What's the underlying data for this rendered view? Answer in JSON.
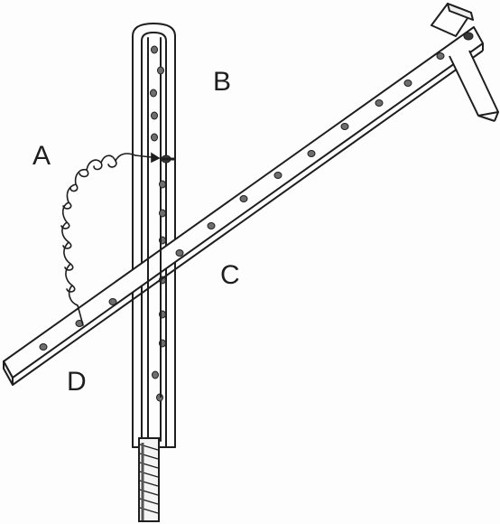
{
  "labels": {
    "a": "A",
    "b": "B",
    "c": "C",
    "d": "D"
  },
  "colors": {
    "ink": "#1e1e1e",
    "paper": "#fdfdfd",
    "hole": "#6e6e6e"
  }
}
